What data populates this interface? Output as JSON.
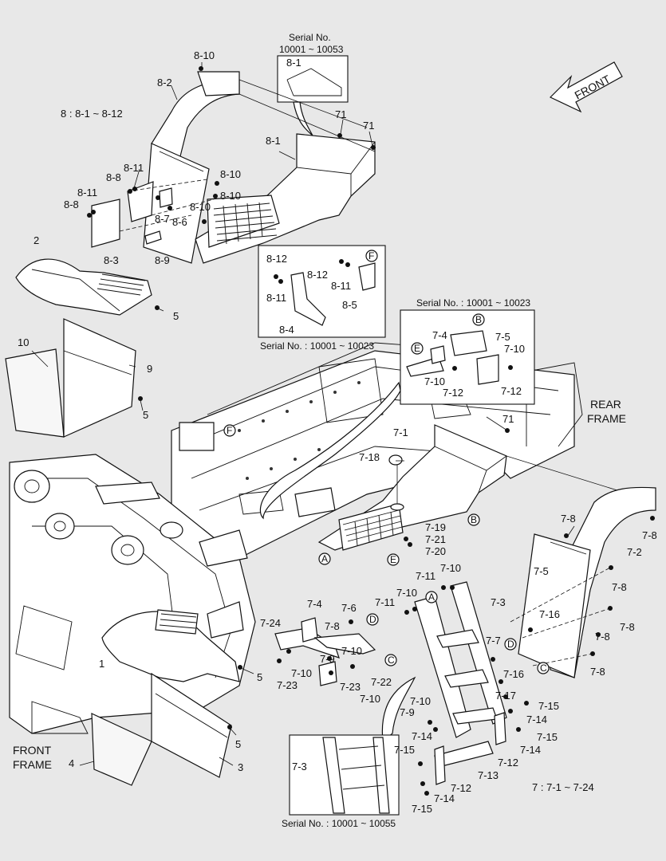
{
  "front_arrow": "FRONT",
  "frames": {
    "rear": [
      "REAR",
      "FRAME"
    ],
    "front": [
      "FRONT",
      "FRAME"
    ]
  },
  "group_notes": {
    "g8": "8 : 8-1 ~ 8-12",
    "g7": "7 : 7-1 ~ 7-24"
  },
  "serials": {
    "top": [
      "Serial No.",
      "10001 ~ 10053"
    ],
    "s8": "Serial No. : 10001 ~ 10023",
    "s7": "Serial No. : 10001 ~ 10023",
    "bottom": "Serial No. : 10001 ~ 10055"
  },
  "circles": [
    "A",
    "B",
    "C",
    "D",
    "E",
    "F"
  ],
  "labels": {
    "l8_10a": "8-10",
    "l8_2": "8-2",
    "l8_1a": "8-1",
    "l71a": "71",
    "l71b": "71",
    "l8_1b": "8-1",
    "l8_11a": "8-11",
    "l8_8a": "8-8",
    "l8_10b": "8-10",
    "l8_10c": "8-10",
    "l8_11b": "8-11",
    "l8_8b": "8-8",
    "l8_7": "8-7",
    "l8_6": "8-6",
    "l8_10d": "8-10",
    "l8_3": "8-3",
    "l8_9": "8-9",
    "l8_12a": "8-12",
    "l8_12b": "8-12",
    "l8_11c": "8-11",
    "l8_11d": "8-11",
    "l8_5": "8-5",
    "l8_4": "8-4",
    "l2": "2",
    "l5a": "5",
    "l10": "10",
    "l9": "9",
    "l5b": "5",
    "l7_4a": "7-4",
    "l7_5a": "7-5",
    "l7_10a": "7-10",
    "l7_10b": "7-10",
    "l7_12a": "7-12",
    "l7_12b": "7-12",
    "l71c": "71",
    "l7_1": "7-1",
    "l7_18": "7-18",
    "l7_19": "7-19",
    "l7_21": "7-21",
    "l7_20": "7-20",
    "l7_8a": "7-8",
    "l7_8b": "7-8",
    "l7_2": "7-2",
    "l7_5b": "7-5",
    "l7_8c": "7-8",
    "l7_16a": "7-16",
    "l7_8d": "7-8",
    "l7_8e": "7-8",
    "l7_8f": "7-8",
    "l7_11a": "7-11",
    "l7_10c": "7-10",
    "l7_11b": "7-11",
    "l7_10d": "7-10",
    "l7_3a": "7-3",
    "l7_4b": "7-4",
    "l7_6": "7-6",
    "l7_24": "7-24",
    "l7_8g": "7-8",
    "l7_10e": "7-10",
    "l7_9a": "7-9",
    "l7_10f": "7-10",
    "l7_23a": "7-23",
    "l7_23b": "7-23",
    "l7_22": "7-22",
    "l7_10g": "7-10",
    "l7_7": "7-7",
    "l7_16b": "7-16",
    "l7_17": "7-17",
    "l7_15a": "7-15",
    "l7_14a": "7-14",
    "l7_15b": "7-15",
    "l7_10h": "7-10",
    "l7_9b": "7-9",
    "l7_14b": "7-14",
    "l7_15c": "7-15",
    "l7_12c": "7-12",
    "l7_13": "7-13",
    "l7_12d": "7-12",
    "l7_14c": "7-14",
    "l7_15d": "7-15",
    "l7_3b": "7-3",
    "l1": "1",
    "l5c": "5",
    "l5d": "5",
    "l4": "4",
    "l3": "3"
  }
}
